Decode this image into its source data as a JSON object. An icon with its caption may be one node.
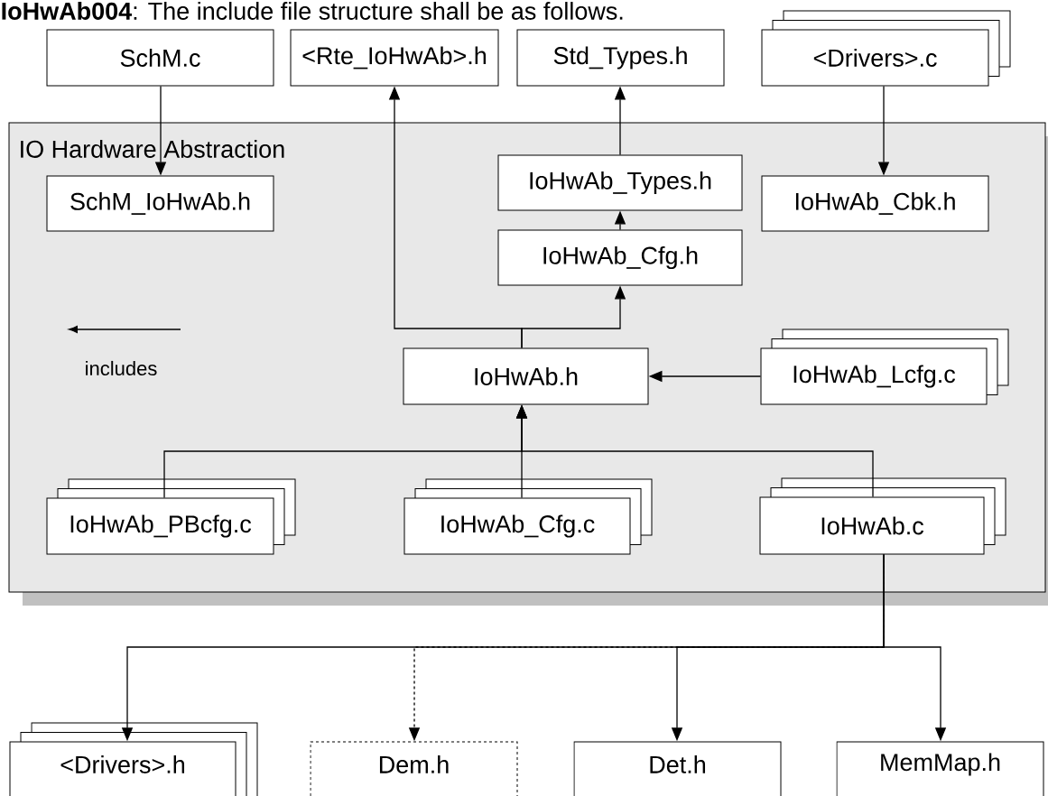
{
  "diagram": {
    "nodes": [
      {
        "text": [
          "SchM.c"
        ]
      },
      {
        "text": [
          "<Rte_IoHwAb>.h"
        ]
      },
      {
        "text": [
          "Std_Types.h"
        ]
      },
      {
        "text": [
          "<Drivers>.c"
        ]
      },
      {
        "text": [
          "IO Hardware Abstraction"
        ]
      },
      {
        "text": [
          "SchM_IoHwAb.h"
        ],
        "in": 4
      },
      {
        "text": [
          "IoHwAb_Types.h"
        ],
        "in": 4
      },
      {
        "text": [
          "IoHwAb_Cbk.h"
        ],
        "in": 4
      },
      {
        "text": [
          "IoHwAb_Cfg.h"
        ],
        "in": 4
      },
      {
        "text": [
          "IoHwAb.h"
        ],
        "in": 4
      },
      {
        "text": [
          "IoHwAb_Lcfg.c"
        ],
        "in": 4
      },
      {
        "text": [
          "IoHwAb_PBcfg.c"
        ],
        "in": 4
      },
      {
        "text": [
          "IoHwAb_Cfg.c"
        ],
        "in": 4
      },
      {
        "text": [
          "IoHwAb.c"
        ],
        "in": 4
      },
      {
        "text": [
          "<Drivers>.h"
        ]
      },
      {
        "text": [
          "Dem.h"
        ]
      },
      {
        "text": [
          "Det.h"
        ]
      },
      {
        "text": [
          "MemMap.h"
        ]
      }
    ],
    "edges": [
      {
        "from": 0,
        "to": 5,
        "arrow": "to"
      },
      {
        "from": 9,
        "to": 1,
        "arrow": "to"
      },
      {
        "from": 9,
        "to": 8,
        "arrow": "to"
      },
      {
        "from": 8,
        "to": 6,
        "arrow": "to"
      },
      {
        "from": 6,
        "to": 2,
        "arrow": "to"
      },
      {
        "from": 3,
        "to": 7,
        "arrow": "to"
      },
      {
        "from": 10,
        "to": 9,
        "arrow": "to"
      },
      {
        "from": 11,
        "to": 9,
        "arrow": "to"
      },
      {
        "from": 12,
        "to": 9,
        "arrow": "to"
      },
      {
        "from": 13,
        "to": 9,
        "arrow": "to"
      },
      {
        "from": 13,
        "to": 14,
        "arrow": "to"
      },
      {
        "from": 13,
        "to": 15,
        "arrow": "to",
        "style": "dashed"
      },
      {
        "from": 13,
        "to": 16,
        "arrow": "to"
      },
      {
        "from": 13,
        "to": 17,
        "arrow": "to"
      }
    ],
    "labels": [
      "**IoHwAb004**: The include file structure shall be as follows.",
      "includes"
    ]
  }
}
